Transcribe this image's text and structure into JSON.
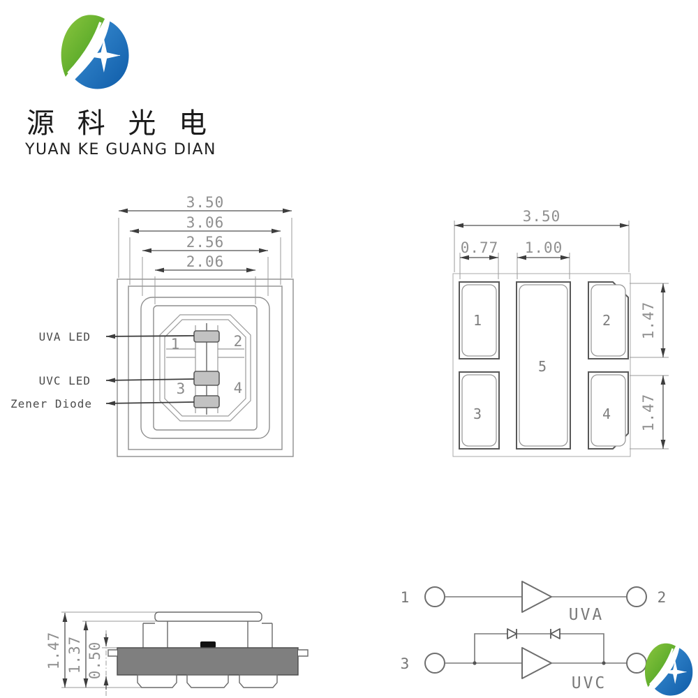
{
  "brand": {
    "cn": "源 科 光 电",
    "en": "YUAN KE GUANG DIAN"
  },
  "colors": {
    "logo_green": "#4ca422",
    "logo_blue": "#1565b8",
    "drawing_line": "#555555",
    "dim_text": "#8f8f8f",
    "chip_fill": "#c2c2c2",
    "substrate_fill": "#7f7f7f",
    "die_black": "#111111"
  },
  "top_view": {
    "dims": [
      "3.50",
      "3.06",
      "2.56",
      "2.06"
    ],
    "labels": {
      "uva": "UVA LED",
      "uvc": "UVC LED",
      "zener": "Zener Diode"
    },
    "zones": [
      "1",
      "2",
      "3",
      "4"
    ]
  },
  "pad_view": {
    "dim_overall": "3.50",
    "dim_side_pad_width": "0.77",
    "dim_center_pad_width": "1.00",
    "dim_pad2_height": "1.47",
    "dim_pad4_height": "1.47",
    "pads": [
      "1",
      "2",
      "3",
      "4",
      "5"
    ]
  },
  "side_view": {
    "dim_overall_height": "1.47",
    "dim_body_height": "1.37",
    "dim_substrate_thickness": "0.50"
  },
  "circuit": {
    "uva": {
      "pin_left": "1",
      "pin_right": "2",
      "label": "UVA"
    },
    "uvc": {
      "pin_left": "3",
      "label": "UVC"
    }
  }
}
